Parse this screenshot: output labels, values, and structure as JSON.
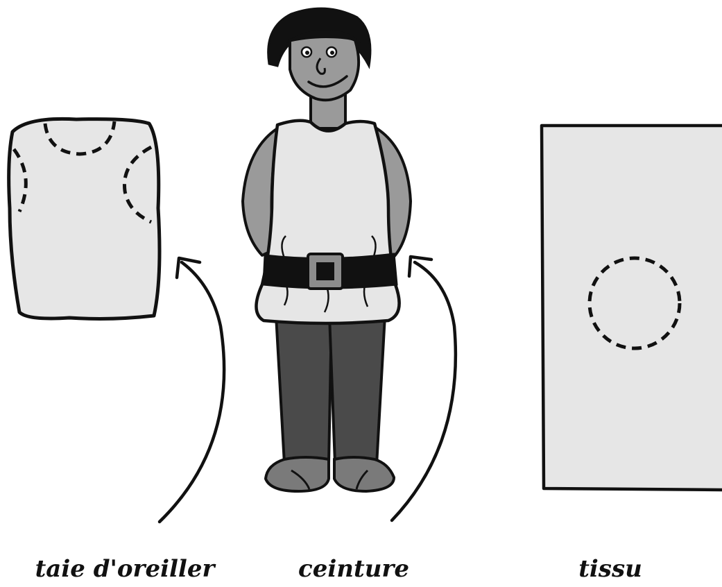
{
  "captions": {
    "pillowcase": "taie d'oreiller",
    "belt": "ceinture",
    "fabric": "tissu"
  },
  "colors": {
    "outline": "#111111",
    "garment": "#e6e6e6",
    "skin": "#9a9a9a",
    "trousers": "#4a4a4a",
    "shoes": "#7a7a7a",
    "belt": "#111111",
    "buckle": "#8c8c8c",
    "hair": "#111111"
  }
}
